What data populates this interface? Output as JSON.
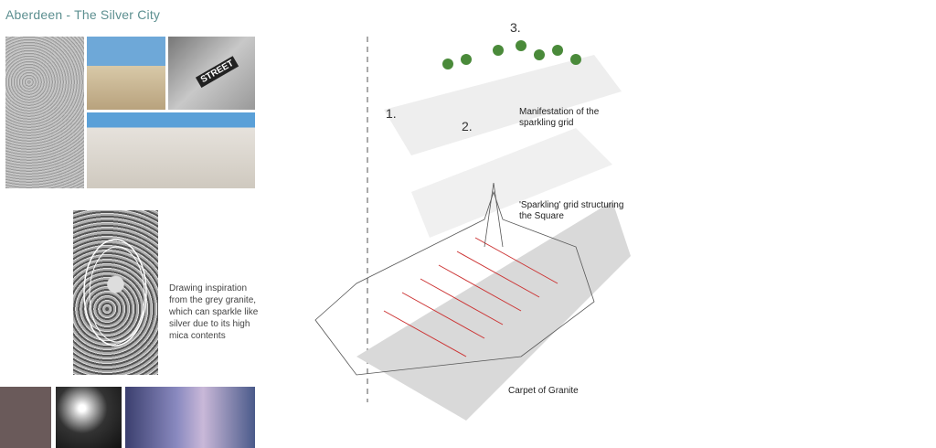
{
  "title": "Aberdeen - The Silver City",
  "street_sign": "STREET",
  "description": "Drawing inspiration from the grey granite, which can sparkle like silver due to its high mica contents",
  "diagram": {
    "numbers": [
      "1.",
      "2.",
      "3."
    ],
    "labels": {
      "manifestation": "Manifestation of the sparkling grid",
      "grid": "'Sparkling' grid structuring the Square",
      "carpet": "Carpet of Granite"
    }
  }
}
